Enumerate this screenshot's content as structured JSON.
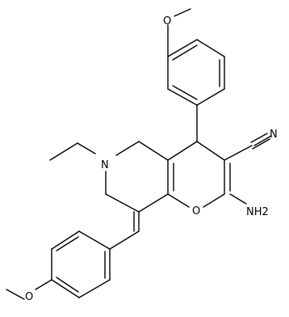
{
  "molecule": {
    "labels": {
      "o_methoxy_top": "O",
      "n_nitrile": "N",
      "n_ring": "N",
      "o_ring": "O",
      "nh2": "NH2",
      "o_methoxy_bottom": "O"
    }
  }
}
